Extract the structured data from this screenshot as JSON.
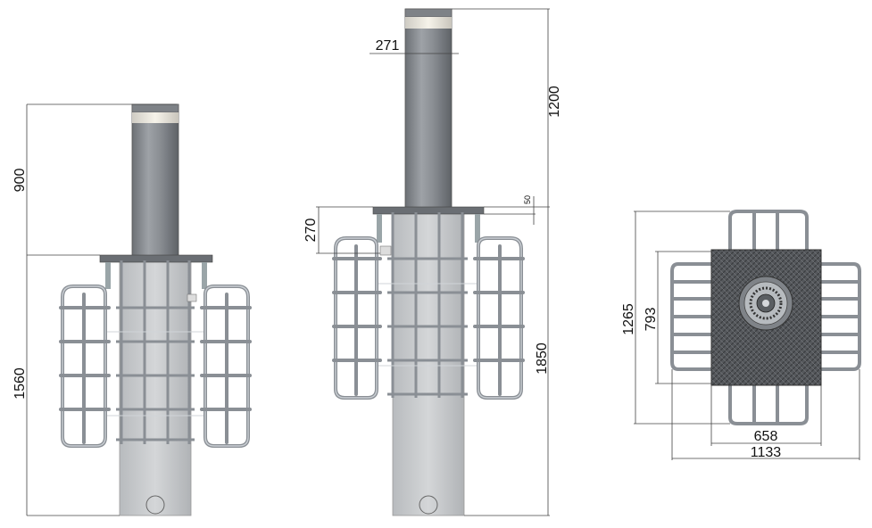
{
  "views": {
    "left": {
      "dim_height_above": "900",
      "dim_depth": "1560"
    },
    "middle": {
      "dim_diameter": "271",
      "dim_height_above": "1200",
      "dim_plate_gap": "50",
      "dim_plate_depth": "270",
      "dim_depth": "1850"
    },
    "right": {
      "dim_outer_height": "1265",
      "dim_inner_height": "793",
      "dim_inner_width": "658",
      "dim_outer_width": "1133"
    }
  },
  "colors": {
    "bollard": "#8c9095",
    "bollard_dark": "#6e7277",
    "sleeve": "#c7c9cb",
    "cage": "#8a8f95",
    "plate_texture": "#4a4d51",
    "reflective_band": "#eeeae0"
  }
}
